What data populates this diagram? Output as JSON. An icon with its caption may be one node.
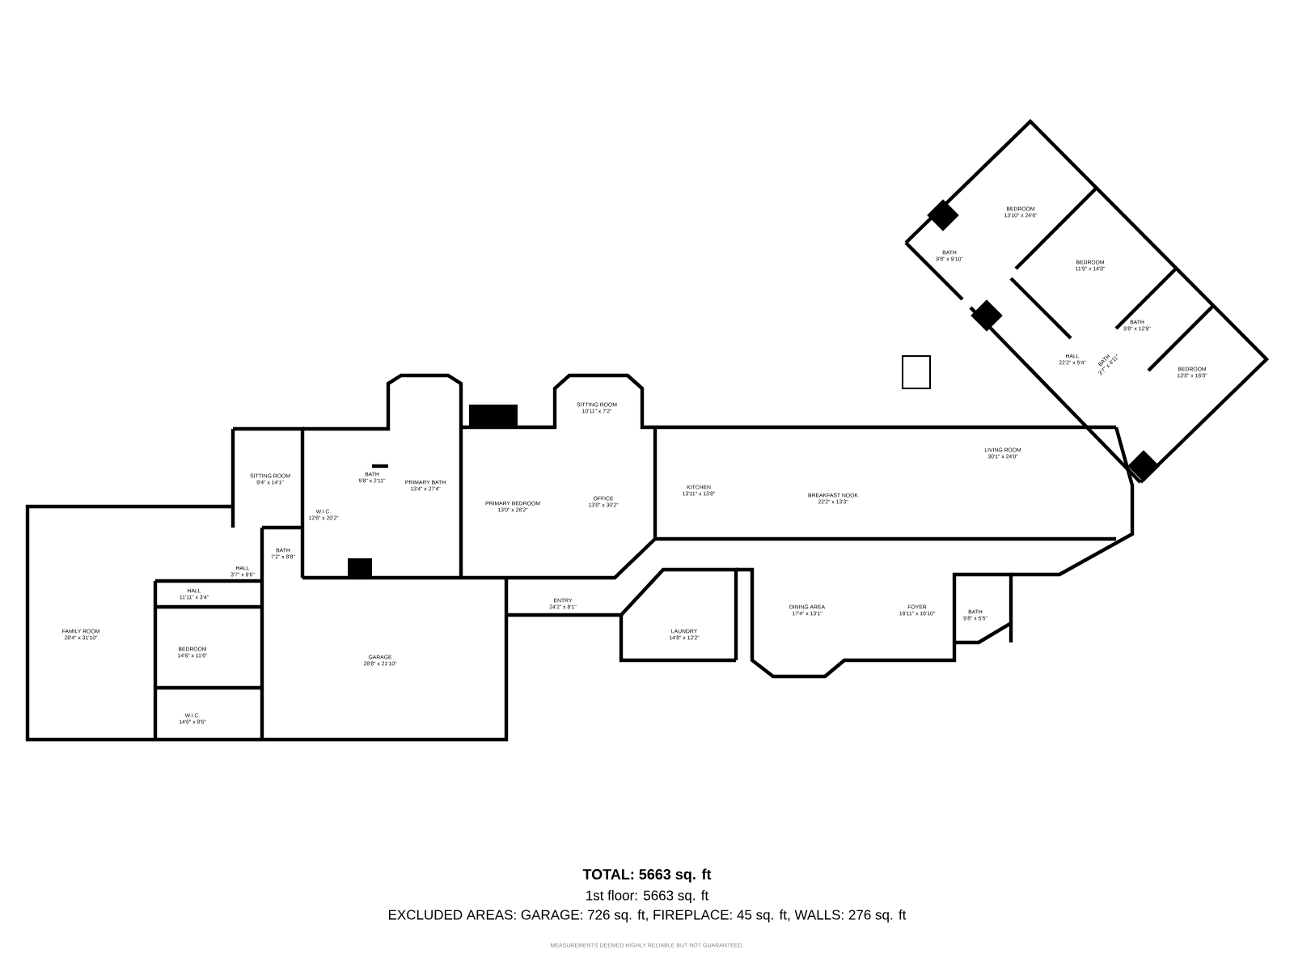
{
  "diagram": {
    "nodes": [
      {
        "text": [
          "FAMILY ROOM",
          "28'4\" x 31'10\""
        ]
      },
      {
        "text": [
          "SITTING ROOM",
          "9'4\" x 14'1\""
        ]
      },
      {
        "text": [
          "W.I.C.",
          "12'6\" x 20'2\""
        ]
      },
      {
        "text": [
          "BATH",
          "5'8\" x 2'11\""
        ]
      },
      {
        "text": [
          "PRIMARY BATH",
          "13'4\" x 27'4\""
        ]
      },
      {
        "text": [
          "BATH",
          "7'2\" x 8'8\""
        ]
      },
      {
        "text": [
          "HALL",
          "3'7\" x 9'6\""
        ]
      },
      {
        "text": [
          "HALL",
          "11'11\" x 3'4\""
        ]
      },
      {
        "text": [
          "BEDROOM",
          "14'6\" x 11'6\""
        ]
      },
      {
        "text": [
          "W.I.C.",
          "14'6\" x 8'5\""
        ]
      },
      {
        "text": [
          "GARAGE",
          "28'8\" x 21'10\""
        ]
      },
      {
        "text": [
          "PRIMARY BEDROOM",
          "13'0\" x 26'2\""
        ]
      },
      {
        "text": [
          "SITTING ROOM",
          "10'11\" x 7'2\""
        ]
      },
      {
        "text": [
          "OFFICE",
          "13'8\" x 30'2\""
        ]
      },
      {
        "text": [
          "KITCHEN",
          "13'11\" x 13'8\""
        ]
      },
      {
        "text": [
          "BREAKFAST NOOK",
          "22'2\" x 13'3\""
        ]
      },
      {
        "text": [
          "ENTRY",
          "24'2\" x 8'1\""
        ]
      },
      {
        "text": [
          "LAUNDRY",
          "14'8\" x 12'2\""
        ]
      },
      {
        "text": [
          "DINING AREA",
          "17'4\" x 13'1\""
        ]
      },
      {
        "text": [
          "FOYER",
          "16'11\" x 16'10\""
        ]
      },
      {
        "text": [
          "BATH",
          "9'8\" x 5'5\""
        ]
      },
      {
        "text": [
          "LIVING ROOM",
          "30'1\" x 24'0\""
        ]
      },
      {
        "text": [
          "BEDROOM",
          "13'10\" x 24'6\""
        ]
      },
      {
        "text": [
          "BATH",
          "9'8\" x 9'10\""
        ]
      },
      {
        "text": [
          "BEDROOM",
          "11'9\" x 14'8\""
        ]
      },
      {
        "text": [
          "HALL",
          "22'2\" x 5'4\""
        ]
      },
      {
        "text": [
          "BATH",
          "9'8\" x 12'9\""
        ]
      },
      {
        "text": [
          "BATH",
          "3'7\" x 4'11\""
        ]
      },
      {
        "text": [
          "BEDROOM",
          "13'8\" x 16'8\""
        ]
      }
    ],
    "labels": [
      "TOTAL: 5663 sq. ft",
      "1st floor: 5663 sq. ft",
      "EXCLUDED AREAS: GARAGE: 726 sq. ft, FIREPLACE: 45 sq. ft, WALLS: 276 sq. ft",
      "MEASUREMENTS DEEMED HIGHLY RELIABLE BUT NOT GUARANTEED."
    ]
  }
}
